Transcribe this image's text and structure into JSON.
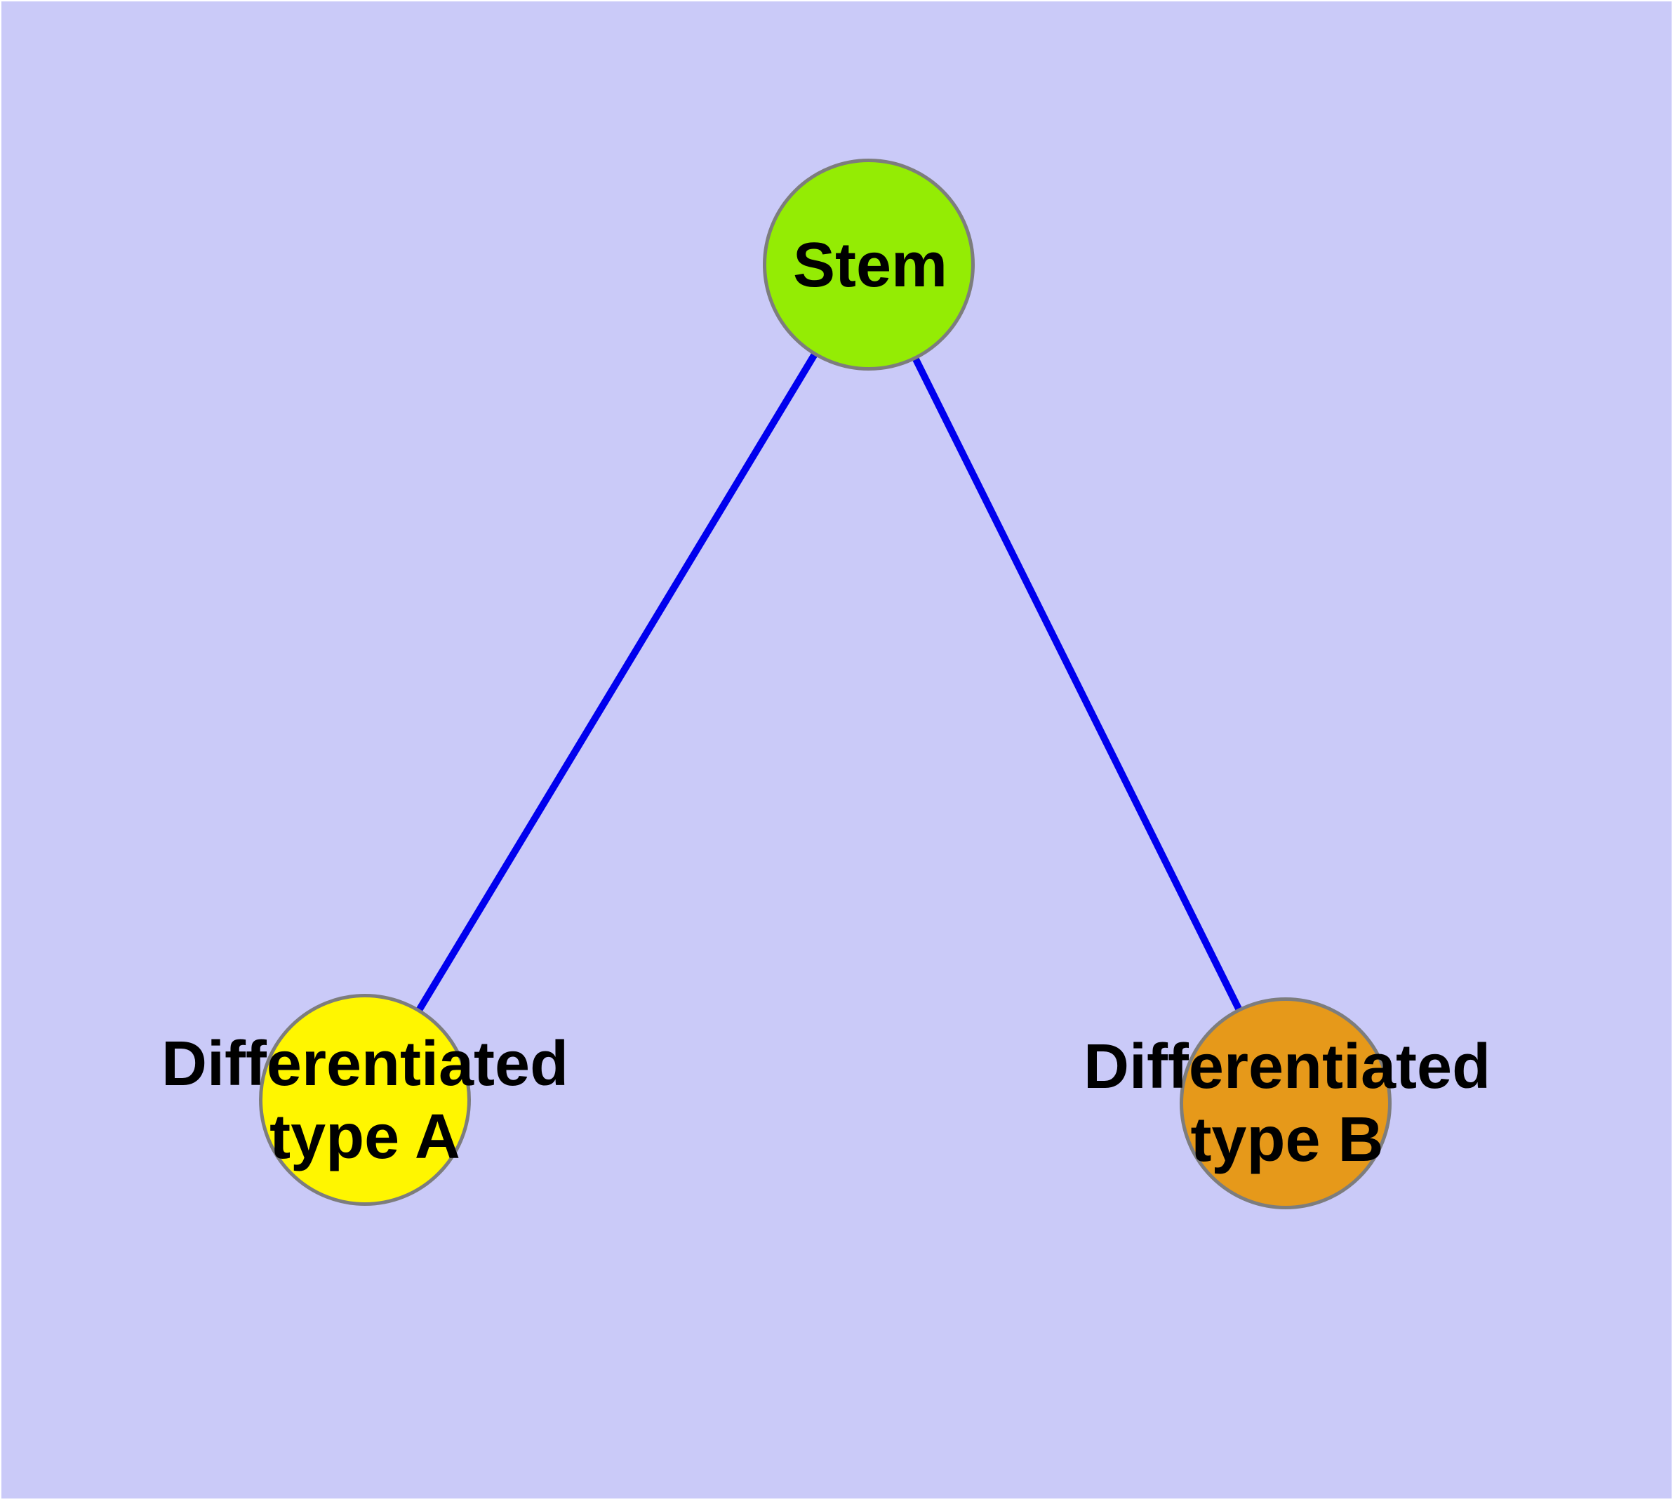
{
  "figure": {
    "type": "node-link-diagram",
    "description": "Stem cell differentiation graph: one stem node linked to two differentiated cell type nodes",
    "nodes": [
      {
        "id": "stem",
        "label": "Stem",
        "shape": "circle",
        "fill_key": "node_stem_fill"
      },
      {
        "id": "type_a",
        "label": "Differentiated\ntype A",
        "shape": "circle",
        "fill_key": "node_type_a_fill"
      },
      {
        "id": "type_b",
        "label": "Differentiated\ntype B",
        "shape": "circle",
        "fill_key": "node_type_b_fill"
      }
    ],
    "edges": [
      {
        "from": "Stem",
        "to": "Differentiated type A"
      },
      {
        "from": "Stem",
        "to": "Differentiated type B"
      }
    ]
  },
  "colors": {
    "page_bg": "#ffffff",
    "canvas_bg": "#cacaf8",
    "node_stem_fill": "#94ec04",
    "node_type_a_fill": "#fff600",
    "node_type_b_fill": "#e6991a",
    "node_border": "#7d7d7d",
    "edge_stroke": "#0000ee",
    "label_color": "#000000"
  }
}
